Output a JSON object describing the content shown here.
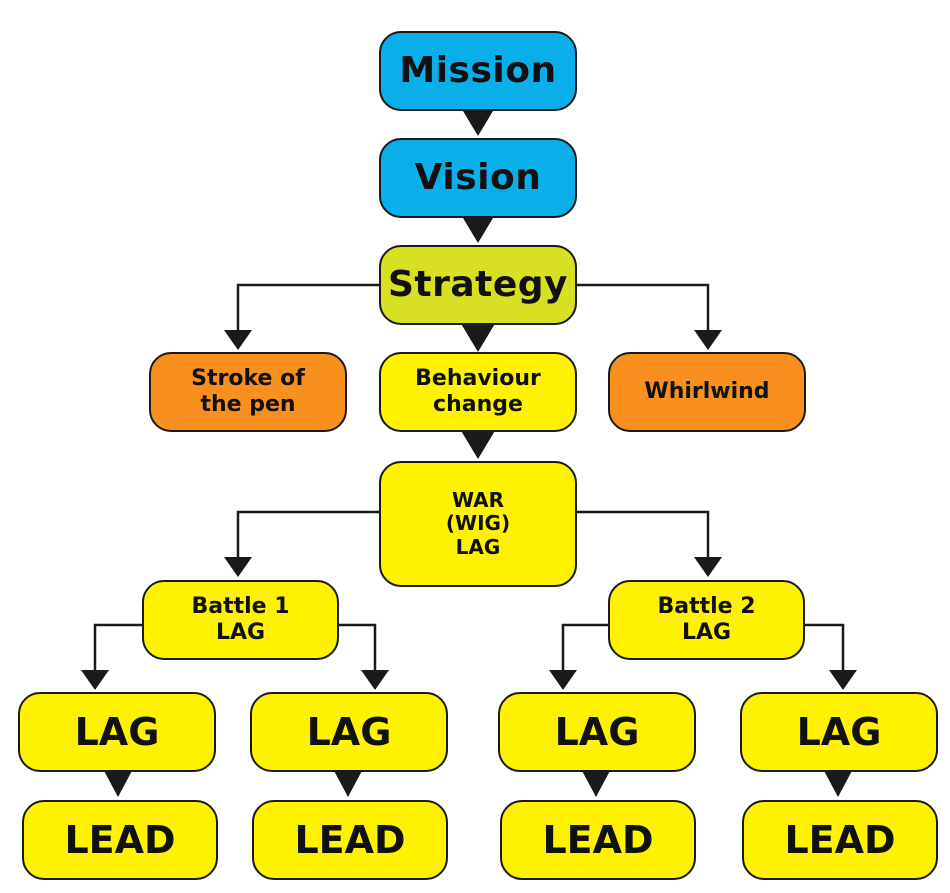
{
  "colors": {
    "blue": "#0aafea",
    "lime": "#d7e023",
    "yellow": "#fff200",
    "orange": "#f7901e",
    "stroke": "#1a1a1a"
  },
  "nodes": {
    "mission": {
      "lines": [
        "Mission"
      ]
    },
    "vision": {
      "lines": [
        "Vision"
      ]
    },
    "strategy": {
      "lines": [
        "Strategy"
      ]
    },
    "stroke_of_pen": {
      "lines": [
        "Stroke of",
        "the pen"
      ]
    },
    "behaviour_change": {
      "lines": [
        "Behaviour",
        "change"
      ]
    },
    "whirlwind": {
      "lines": [
        "Whirlwind"
      ]
    },
    "war": {
      "lines": [
        "WAR",
        "(WIG)",
        "LAG"
      ]
    },
    "battle1": {
      "lines": [
        "Battle 1",
        "LAG"
      ]
    },
    "battle2": {
      "lines": [
        "Battle 2",
        "LAG"
      ]
    },
    "lag_1": {
      "lines": [
        "LAG"
      ]
    },
    "lag_2": {
      "lines": [
        "LAG"
      ]
    },
    "lag_3": {
      "lines": [
        "LAG"
      ]
    },
    "lag_4": {
      "lines": [
        "LAG"
      ]
    },
    "lead_1": {
      "lines": [
        "LEAD"
      ]
    },
    "lead_2": {
      "lines": [
        "LEAD"
      ]
    },
    "lead_3": {
      "lines": [
        "LEAD"
      ]
    },
    "lead_4": {
      "lines": [
        "LEAD"
      ]
    }
  }
}
